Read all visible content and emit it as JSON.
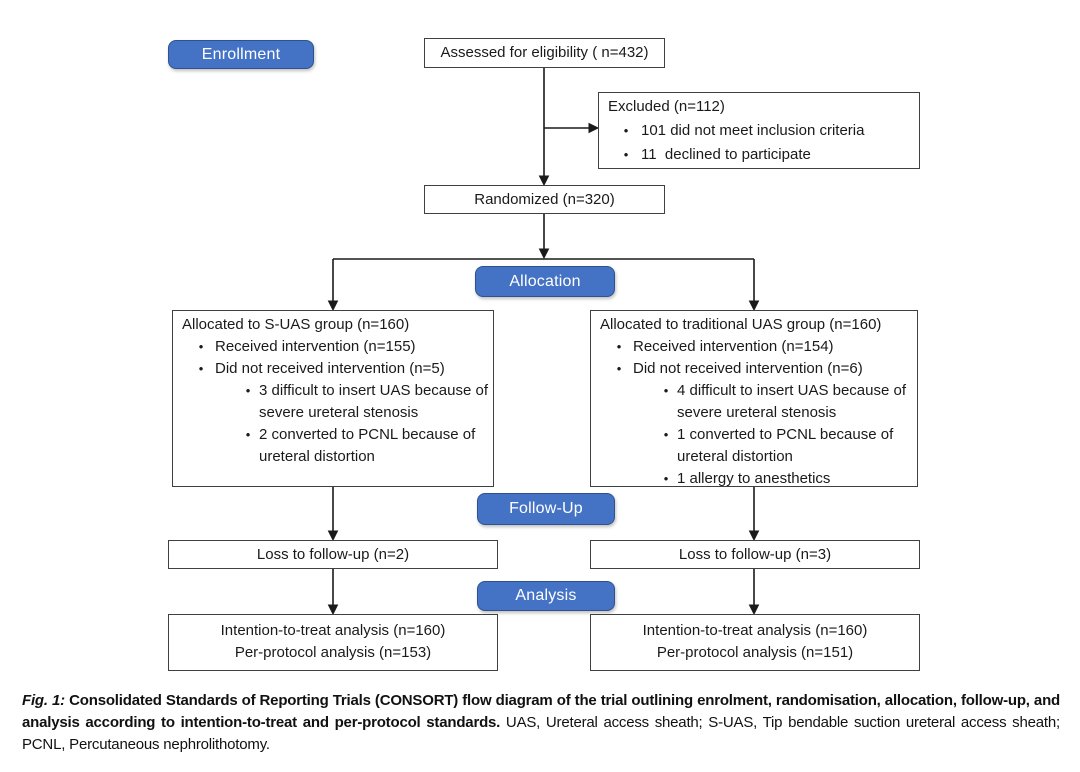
{
  "stages": {
    "enrollment": "Enrollment",
    "allocation": "Allocation",
    "followup": "Follow-Up",
    "analysis": "Analysis"
  },
  "boxes": {
    "assessed": "Assessed for eligibility ( n=432)",
    "excluded": {
      "title": "Excluded (n=112)",
      "bullets": [
        "101 did not meet inclusion criteria",
        "11  declined to participate"
      ]
    },
    "randomized": "Randomized (n=320)",
    "alloc_left": {
      "title": "Allocated to S-UAS group (n=160)",
      "bullets": [
        "Received intervention (n=155)",
        "Did not received intervention (n=5)"
      ],
      "sub_bullets": [
        "3 difficult to insert UAS because of severe ureteral stenosis",
        "2 converted to PCNL because of ureteral distortion"
      ]
    },
    "alloc_right": {
      "title": "Allocated to traditional UAS group (n=160)",
      "bullets": [
        "Received intervention (n=154)",
        "Did not received intervention (n=6)"
      ],
      "sub_bullets": [
        "4 difficult to insert UAS because of severe ureteral stenosis",
        "1 converted to PCNL because of ureteral distortion",
        "1 allergy to anesthetics"
      ]
    },
    "loss_left": "Loss to follow-up (n=2)",
    "loss_right": "Loss to follow-up (n=3)",
    "analysis_left": {
      "line1": "Intention-to-treat analysis (n=160)",
      "line2": "Per-protocol analysis (n=153)"
    },
    "analysis_right": {
      "line1": "Intention-to-treat analysis (n=160)",
      "line2": "Per-protocol analysis (n=151)"
    }
  },
  "caption": {
    "fig_label": "Fig. 1:",
    "bold_text": " Consolidated Standards of Reporting Trials (CONSORT) flow diagram of the trial outlining enrolment, randomisation, allocation, follow-up, and analysis according to intention-to-treat and per-protocol standards.",
    "regular_text": " UAS, Ureteral access sheath; S-UAS, Tip bendable suction ureteral access sheath; PCNL, Percutaneous nephrolithotomy."
  },
  "colors": {
    "badge_fill": "#4472C4",
    "badge_border": "#2F528F",
    "box_border": "#404040",
    "line": "#1a1a1a"
  }
}
